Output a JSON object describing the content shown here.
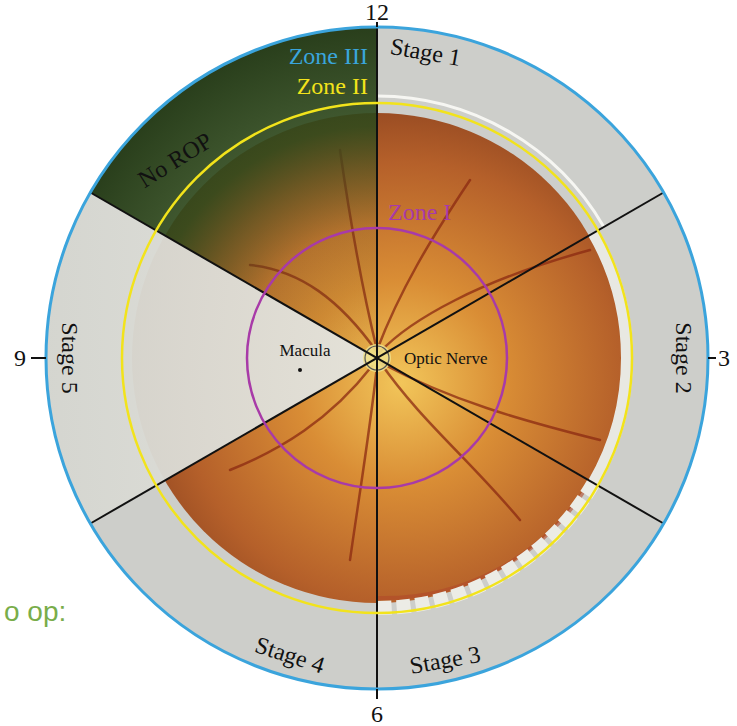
{
  "diagram": {
    "labels": [
      "12",
      "Zone III",
      "Stage 1",
      "Zone II",
      "No ROP",
      "Zone I",
      "9",
      "Stage 5",
      "Macula",
      "Optic Nerve",
      "Stage 2",
      "3",
      "Stage 4",
      "Stage 3",
      "o op:",
      "6"
    ]
  }
}
